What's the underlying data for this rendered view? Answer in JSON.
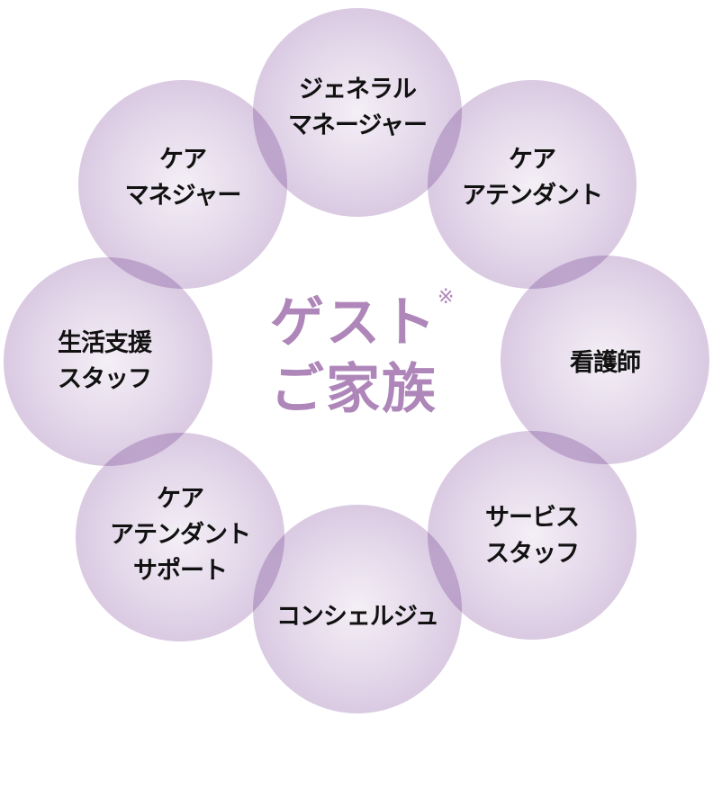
{
  "center": {
    "line1": "ゲスト",
    "line2": "ご家族",
    "note_mark": "※"
  },
  "roles": [
    {
      "lines": [
        "ジェネラル",
        "マネージャー"
      ]
    },
    {
      "lines": [
        "ケア",
        "アテンダント"
      ]
    },
    {
      "lines": [
        "看護師"
      ]
    },
    {
      "lines": [
        "サービス",
        "スタッフ"
      ]
    },
    {
      "lines": [
        "コンシェルジュ"
      ]
    },
    {
      "lines": [
        "ケア",
        "アテンダント",
        "サポート"
      ]
    },
    {
      "lines": [
        "生活支援",
        "スタッフ"
      ]
    },
    {
      "lines": [
        "ケア",
        "マネジャー"
      ]
    }
  ],
  "colors": {
    "accent": "#ae86b9",
    "circle_edge": "#cdb9d9"
  }
}
